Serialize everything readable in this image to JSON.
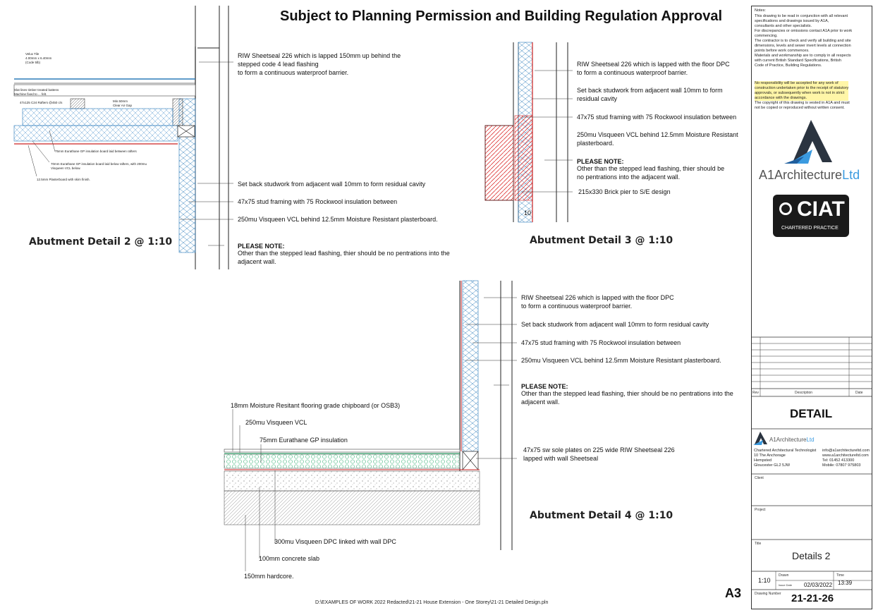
{
  "title": "Subject to Planning Permission and Building Regulation Approval",
  "details": {
    "d2": {
      "heading": "Abutment Detail 2 @ 1:10",
      "small_labels": [
        "Velux Tile\n4.00mm x 6.40mm\n(Code 5lb)",
        "Slat lines timber treated battens\nMachine fixed to ... felt.",
        "47x125 C24 Rafters @450 c/s",
        "Min.50mm\nClear Air Gap",
        "75mm Eurathane GP insulation board laid between rafters",
        "70mm Eurathane GP insulation board laid below rafters, with 200mu\nVisqueen VCL below.",
        "12.5mm Plasterboard with skim finish."
      ],
      "notes": [
        "RIW Sheetseal 226 which is lapped 150mm up behind the\nstepped code 4 lead flashing\nto form a continuous waterproof barrier.",
        "Set back studwork from adjacent wall 10mm to form residual cavity",
        "47x75 stud framing with 75 Rockwool insulation between",
        "250mu Visqueen VCL behind 12.5mm Moisture Resistant plasterboard."
      ],
      "please_note_title": "PLEASE NOTE:",
      "please_note_body": "Other than the stepped lead flashing, thier should be no pentrations into the\nadjacent wall."
    },
    "d3": {
      "heading": "Abutment Detail 3 @ 1:10",
      "notes": [
        "RIW Sheetseal 226 which is lapped with the floor DPC\nto form a continuous waterproof barrier.",
        "Set back studwork from adjacent wall 10mm to form\nresidual cavity",
        "47x75 stud framing with 75 Rockwool insulation between",
        "250mu Visqueen VCL behind 12.5mm Moisture Resistant\nplasterboard."
      ],
      "please_note_title": "PLEASE NOTE:",
      "please_note_body": "Other than the stepped lead flashing, thier should be\nno pentrations into the adjacent wall.",
      "pier_note": "215x330 Brick pier to S/E design",
      "dim": "10"
    },
    "d4": {
      "heading": "Abutment Detail 4 @ 1:10",
      "notes_right": [
        "RIW Sheetseal 226 which is lapped with the floor DPC\nto form a continuous waterproof barrier.",
        "Set back studwork from adjacent wall 10mm to form residual cavity",
        "47x75 stud framing with 75 Rockwool insulation between",
        "250mu Visqueen VCL behind 12.5mm Moisture Resistant plasterboard."
      ],
      "please_note_title": "PLEASE NOTE:",
      "please_note_body": "Other than the stepped lead flashing, thier should be no pentrations into the\nadjacent wall.",
      "sole_plate": "47x75 sw sole plates on 225 wide RIW Sheetseal 226\nlapped with wall Sheetseal",
      "floor_labels": [
        "18mm Moisture Resitant flooring grade chipboard (or OSB3)",
        "250mu Visqueen VCL",
        "75mm Eurathane GP insulation",
        "300mu Visqueen DPC linked with wall DPC",
        "100mm concrete slab",
        "150mm hardcore."
      ]
    }
  },
  "sidebar": {
    "notes_heading": "Notes:",
    "notes_text": "This drawing to be read in conjunction with all relevant\nspecifications and drawings issued by A1A,\nconsultants and other specialists.\nFor discrepancies or omissions contact A1A prior to work\ncommencing.\nThe contractor is to check and verify all building and site\ndimensions, levels and sewer invert levels at connection\npoints before work commences.\nMaterials and workmanship are to comply in all respects\nwith current British Standard Specifications, British\nCode of Practice, Building Regulations.",
    "notes_highlight": "No responsibility will be accepted for any work of\nconstruction undertaken prior to the receipt of statutory\napprovals, or subsequently when work is not in strict\naccordance with the drawings.",
    "notes_tail": "The copyright of this drawing is vested in A1A and must\nnot be copied or reproduced without written consent.",
    "brand_a1": "A1Architecture",
    "brand_ltd": "Ltd",
    "ciat": "CIAT",
    "ciat_sub": "CHARTERED PRACTICE",
    "rev_headers": [
      "Rev",
      "Description",
      "Date"
    ],
    "sheet_type": "DETAIL",
    "small_brand": "A1Architecture",
    "small_brand_ltd": "Ltd",
    "contact_left": "Chartered Architectural Technologist\n10 The Anchorage\nHempsted\nGloucester GL2 5JW",
    "contact_right": "info@a1architectureltd.com\nwww.a1architectureltd.com\nTel: 01452 413300\nMobile: 07807 975803",
    "client_label": "Client",
    "project_label": "Project",
    "title_label": "Title",
    "title_value": "Details 2",
    "scale": "1:10",
    "drawn_label": "Drawn",
    "time_label": "Time",
    "issue_date_label": "Issue Date",
    "issue_date": "02/03/2022",
    "time": "13:39",
    "drawing_number_label": "Drawing Number",
    "drawing_number": "21-21-26"
  },
  "paper_size": "A3",
  "file_path": "D:\\EXAMPLES OF WORK 2022 Redacted\\21-21 House Extension - One Storey\\21-21 Detailed Design.pln"
}
